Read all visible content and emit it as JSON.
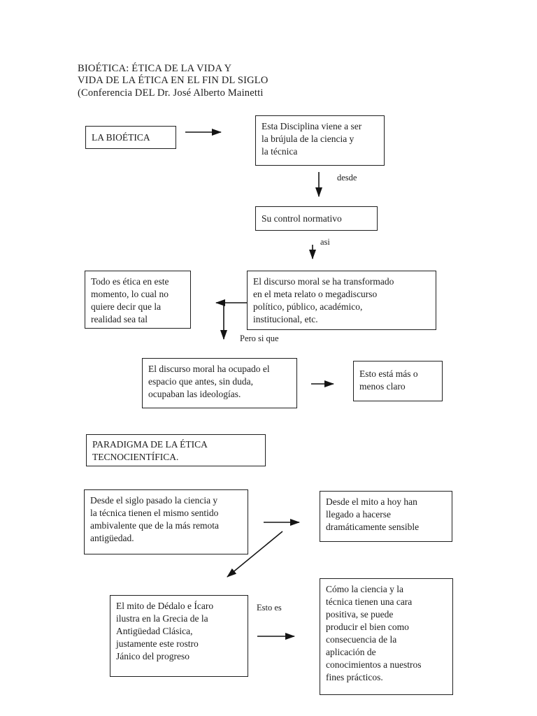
{
  "page": {
    "title": "BIOÉTICA: ÉTICA DE LA VIDA Y\nVIDA DE LA ÉTICA EN EL FIN DL SIGLO\n(Conferencia DEL Dr. José Alberto Mainetti"
  },
  "boxes": {
    "la_bioetica": "LA BIOÉTICA",
    "disciplina": "Esta Disciplina viene a ser\nla brújula de la ciencia y\nla técnica",
    "control": "Su control normativo",
    "discurso_transformado": "El discurso moral se ha transformado\nen el meta relato o megadiscurso\npolítico, público, académico,\ninstitucional, etc.",
    "todo_etica": "Todo es ética en este\nmomento, lo cual no\nquiere decir que la\nrealidad sea tal",
    "discurso_ocupado": "El discurso moral ha ocupado el\nespacio que antes, sin duda,\nocupaban las ideologías.",
    "esto_claro": "Esto está más o\nmenos claro",
    "paradigma": "PARADIGMA DE LA ÉTICA\nTECNOCIENTÍFICA.",
    "siglo_pasado": "Desde el siglo pasado la ciencia y\nla técnica tienen el mismo sentido\nambivalente que de la más remota\nantigüedad.",
    "mito_hoy": "Desde el mito a hoy han\nllegado a hacerse\ndramáticamente sensible",
    "mito_dedalo": "El mito de Dédalo e Ícaro\nilustra en la Grecia de la\nAntigüedad Clásica,\njustamente este rostro\nJánico del progreso",
    "ciencia_cara": "Cómo la ciencia y la\ntécnica tienen una cara\npositiva, se puede\nproducir el bien como\nconsecuencia de la\naplicación de\nconocimientos a nuestros\nfines prácticos."
  },
  "arrow_labels": {
    "desde": "desde",
    "asi": "asi",
    "pero_si_que": "Pero si que",
    "esto_es": "Esto es"
  },
  "colors": {
    "background": "#ffffff",
    "text": "#1c1c1c",
    "border": "#1f1f1f",
    "arrow": "#141414"
  }
}
